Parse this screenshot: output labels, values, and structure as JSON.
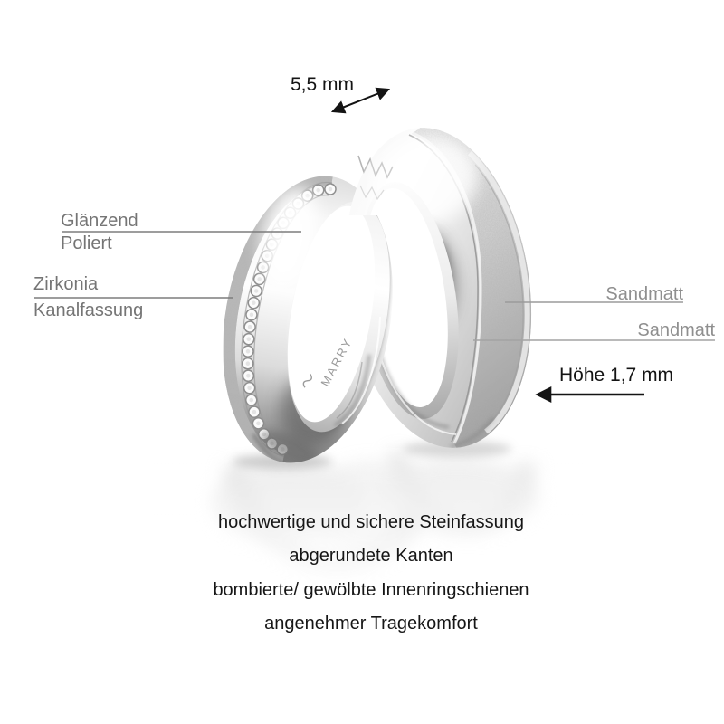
{
  "photo": {
    "subject": "Zwei silberne Trauringe (Eheringe) mit Zirkonia-Kanalfassung, stehend auf weißem Grund mit Spiegelung",
    "engraving": "MARRY"
  },
  "dimensions": {
    "width": "5,5 mm",
    "height": "Höhe 1,7 mm"
  },
  "callouts": {
    "glaenzend": "Glänzend",
    "poliert": "Poliert",
    "zirkonia": "Zirkonia",
    "kanalfassung": "Kanalfassung",
    "sandmatt_1": "Sandmatt",
    "sandmatt_2": "Sandmatt"
  },
  "features": [
    "hochwertige und sichere Steinfassung",
    "abgerundete Kanten",
    "bombierte/ gewölbte Innenringschienen",
    "angenehmer Tragekomfort"
  ],
  "colors": {
    "background": "#ffffff",
    "label_gray": "#757575",
    "label_light_gray": "#8f8f8f",
    "dimension_text": "#141414",
    "callout_line": "#7d7d7d",
    "callout_line_light": "#a3a3a3",
    "metal_light": "#f8f8f8",
    "metal_mid": "#c9c9c9",
    "metal_dark": "#555555"
  }
}
